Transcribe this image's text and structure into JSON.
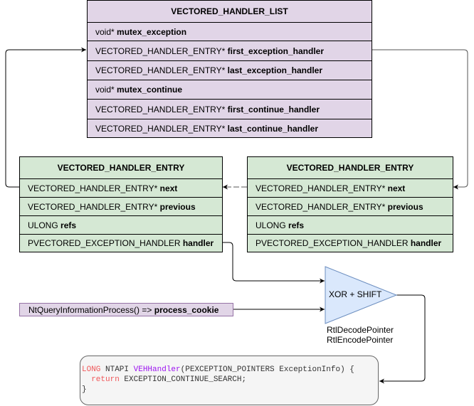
{
  "handler_list": {
    "title": "VECTORED_HANDLER_LIST",
    "fields": [
      {
        "type": "void*",
        "name": "mutex_exception"
      },
      {
        "type": "VECTORED_HANDLER_ENTRY*",
        "name": "first_exception_handler"
      },
      {
        "type": "VECTORED_HANDLER_ENTRY*",
        "name": "last_exception_handler"
      },
      {
        "type": "void*",
        "name": "mutex_continue"
      },
      {
        "type": "VECTORED_HANDLER_ENTRY*",
        "name": "first_continue_handler"
      },
      {
        "type": "VECTORED_HANDLER_ENTRY*",
        "name": "last_continue_handler"
      }
    ]
  },
  "entries": [
    {
      "title": "VECTORED_HANDLER_ENTRY",
      "fields": [
        {
          "type": "VECTORED_HANDLER_ENTRY*",
          "name": "next"
        },
        {
          "type": "VECTORED_HANDLER_ENTRY*",
          "name": "previous"
        },
        {
          "type": "ULONG",
          "name": "refs"
        },
        {
          "type": "PVECTORED_EXCEPTION_HANDLER",
          "name": "handler"
        }
      ]
    },
    {
      "title": "VECTORED_HANDLER_ENTRY",
      "fields": [
        {
          "type": "VECTORED_HANDLER_ENTRY*",
          "name": "next"
        },
        {
          "type": "VECTORED_HANDLER_ENTRY*",
          "name": "previous"
        },
        {
          "type": "ULONG",
          "name": "refs"
        },
        {
          "type": "PVECTORED_EXCEPTION_HANDLER",
          "name": "handler"
        }
      ]
    }
  ],
  "cookie": {
    "prefix": "NtQueryInformationProcess() => ",
    "name": "process_cookie"
  },
  "operation": {
    "label": "XOR + SHIFT",
    "functions": [
      "RtlDecodePointer",
      "RtlEncodePointer"
    ]
  },
  "code": {
    "line1_kw": "LONG",
    "line1_a": " NTAPI ",
    "line1_fn": "VEHHandler",
    "line1_b": "(PEXCEPTION_POINTERS ExceptionInfo) {",
    "line2_indent": "  ",
    "line2_kw": "return",
    "line2_b": " EXCEPTION_CONTINUE_SEARCH;",
    "line3": "}"
  },
  "colors": {
    "list_fill": "#e1d5e7",
    "entry_fill": "#d5e8d4",
    "operation_fill": "#dae8fc",
    "operation_stroke": "#6c8ebf",
    "code_keyword": "#f0585a",
    "code_function": "#9c13f0"
  }
}
